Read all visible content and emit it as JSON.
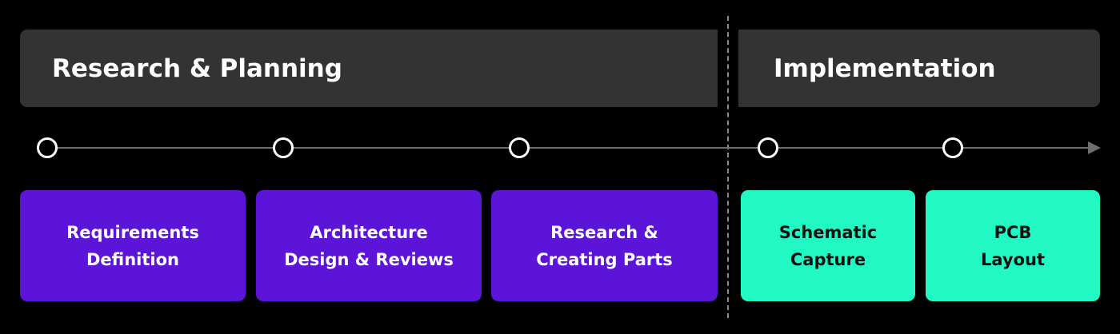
{
  "phases": [
    {
      "label": "Research & Planning"
    },
    {
      "label": "Implementation"
    }
  ],
  "steps": [
    {
      "line1": "Requirements",
      "line2": "Definition"
    },
    {
      "line1": "Architecture",
      "line2": "Design & Reviews"
    },
    {
      "line1": "Research &",
      "line2": "Creating Parts"
    },
    {
      "line1": "Schematic",
      "line2": "Capture"
    },
    {
      "line1": "PCB",
      "line2": "Layout"
    }
  ],
  "colors": {
    "background": "#000000",
    "phase_bar": "#333333",
    "planning_step": "#5b14d8",
    "implementation_step": "#22f8c4",
    "timeline": "#6e6e6e"
  }
}
